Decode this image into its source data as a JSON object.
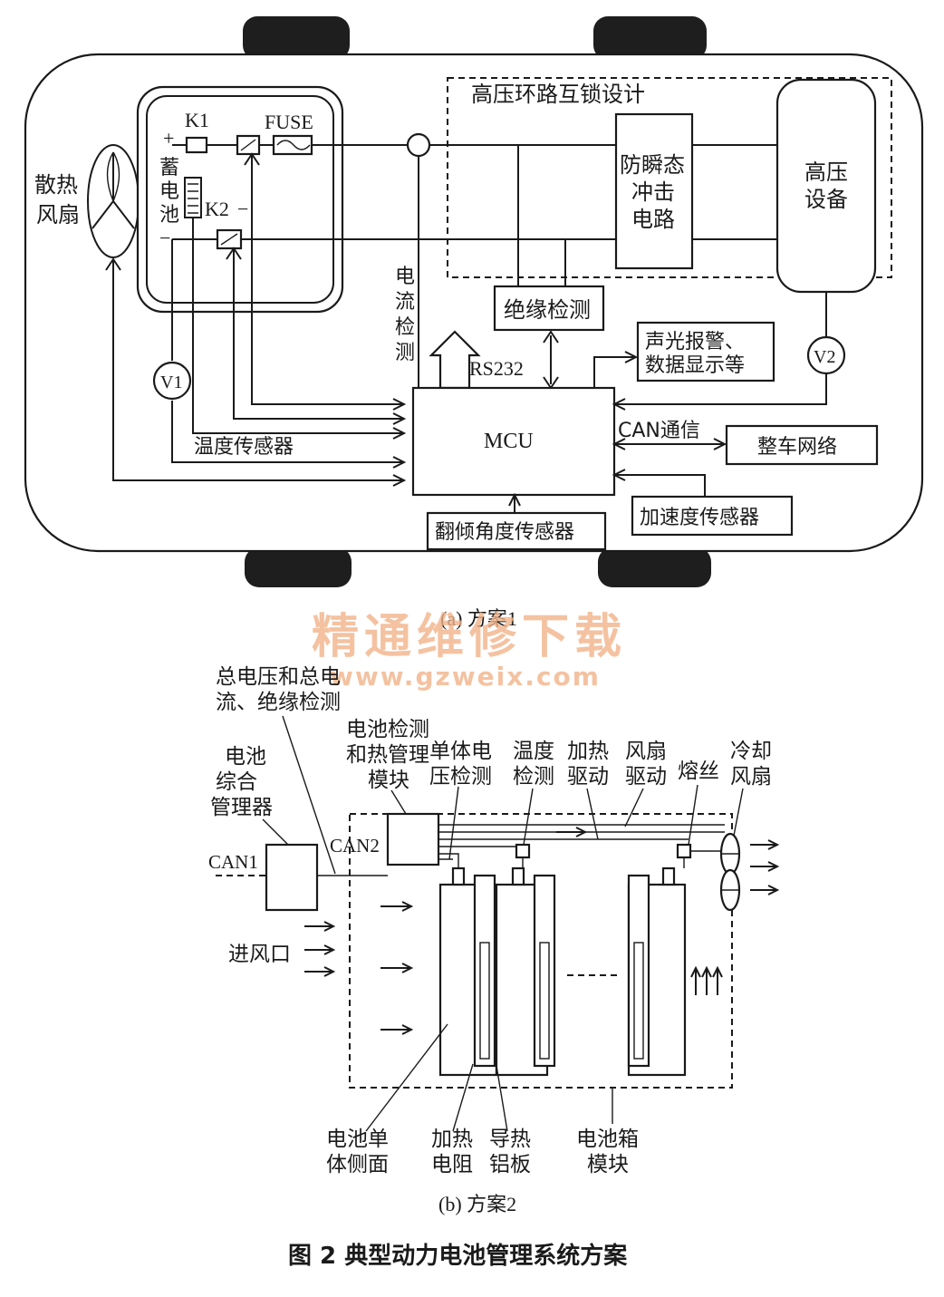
{
  "scheme_a": {
    "caption": "(a) 方案1",
    "fan_label": [
      "散热",
      "风扇"
    ],
    "battery_label": [
      "蓄",
      "电",
      "池"
    ],
    "k1": "K1",
    "k2": "K2",
    "fuse": "FUSE",
    "plus": "+",
    "minus": "−",
    "hv_interlock": "高压环路互锁设计",
    "transient_circuit": [
      "防瞬态",
      "冲击",
      "电路"
    ],
    "hv_device": [
      "高压",
      "设备"
    ],
    "current_detect": [
      "电",
      "流",
      "检",
      "测"
    ],
    "insulation_detect": "绝缘检测",
    "rs232": "RS232",
    "alarm": [
      "声光报警、",
      "数据显示等"
    ],
    "v1": "V1",
    "v2": "V2",
    "mcu": "MCU",
    "temp_sensor": "温度传感器",
    "can_comm": "CAN通信",
    "vehicle_network": "整车网络",
    "accel_sensor": "加速度传感器",
    "tilt_sensor": "翻倾角度传感器"
  },
  "watermark": {
    "cn": "精通维修下载",
    "url": "www.gzweix.com"
  },
  "scheme_b": {
    "caption": "(b) 方案2",
    "total_voltage": [
      "总电压和总电",
      "流、绝缘检测"
    ],
    "detect_module": [
      "电池检测",
      "和热管理",
      "模块"
    ],
    "cell_voltage": [
      "单体电",
      "压检测"
    ],
    "temp_detect": [
      "温度",
      "检测"
    ],
    "heat_drive": [
      "加热",
      "驱动"
    ],
    "fan_drive": [
      "风扇",
      "驱动"
    ],
    "fuse": "熔丝",
    "cooling_fan": [
      "冷却",
      "风扇"
    ],
    "bms": [
      "电池",
      "综合",
      "管理器"
    ],
    "can1": "CAN1",
    "can2": "CAN2",
    "inlet": "进风口",
    "cell_side": [
      "电池单",
      "体侧面"
    ],
    "heat_resistor": [
      "加热",
      "电阻"
    ],
    "al_plate": [
      "导热",
      "铝板"
    ],
    "box_module": [
      "电池箱",
      "模块"
    ]
  },
  "figure_title": "图 2  典型动力电池管理系统方案"
}
